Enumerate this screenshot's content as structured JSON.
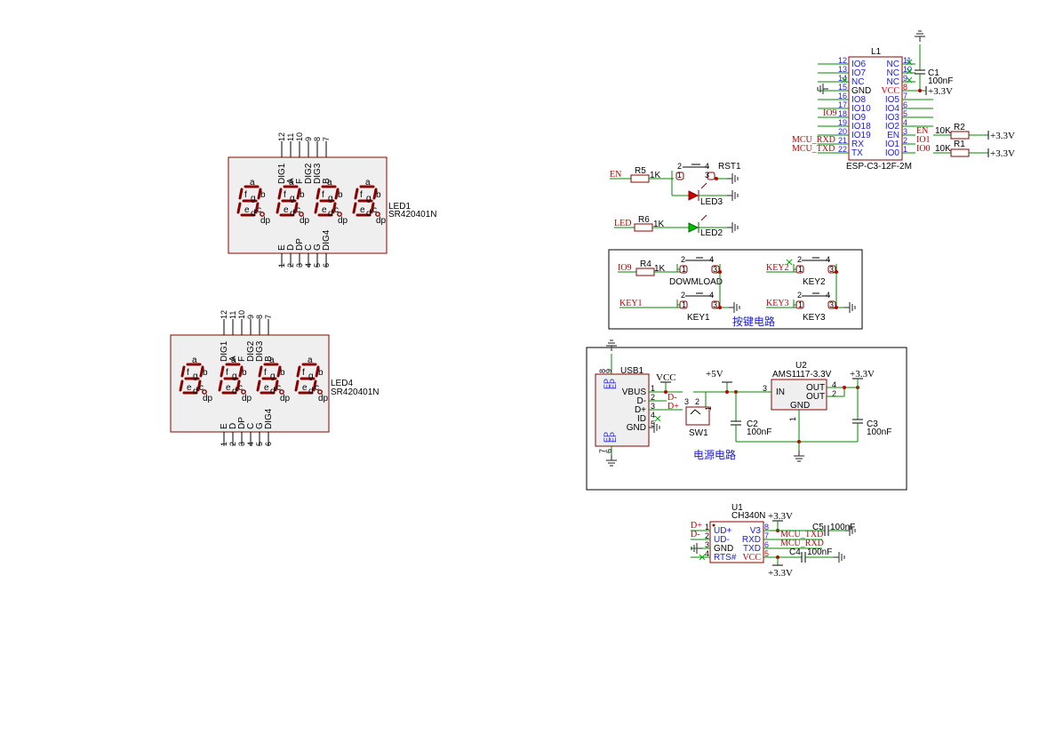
{
  "colors": {
    "wire": "#008800",
    "body_outline": "#8b0000",
    "body_fill": "#efefef",
    "net_label": "#c00000",
    "pin_name": "#1a1ae6",
    "junction": "#c00000"
  },
  "led1": {
    "designator": "LED1",
    "part": "SR420401N",
    "top_pins": [
      "12",
      "11",
      "10",
      "9",
      "8",
      "7"
    ],
    "top_labels": [
      "DIG1",
      "A",
      "F",
      "DIG2",
      "DIG3",
      "B"
    ],
    "bottom_pins": [
      "1",
      "2",
      "3",
      "4",
      "5",
      "6"
    ],
    "bottom_labels": [
      "E",
      "D",
      "DP",
      "C",
      "G",
      "DIG4"
    ]
  },
  "led4": {
    "designator": "LED4",
    "part": "SR420401N",
    "top_pins": [
      "12",
      "11",
      "10",
      "9",
      "8",
      "7"
    ],
    "top_labels": [
      "DIG1",
      "A",
      "F",
      "DIG2",
      "DIG3",
      "B"
    ],
    "bottom_pins": [
      "1",
      "2",
      "3",
      "4",
      "5",
      "6"
    ],
    "bottom_labels": [
      "E",
      "D",
      "DP",
      "C",
      "G",
      "DIG4"
    ]
  },
  "segment_letters": {
    "a": "a",
    "b": "b",
    "c": "c",
    "d": "d",
    "e": "e",
    "f": "f",
    "g": "g",
    "dp": "dp"
  },
  "esp": {
    "designator": "L1",
    "part": "ESP-C3-12F-2M",
    "left_pins": [
      {
        "num": "12",
        "name": "IO6"
      },
      {
        "num": "13",
        "name": "IO7"
      },
      {
        "num": "14",
        "name": "NC"
      },
      {
        "num": "15",
        "name": "GND"
      },
      {
        "num": "16",
        "name": "IO8"
      },
      {
        "num": "17",
        "name": "IO10"
      },
      {
        "num": "18",
        "name": "IO9"
      },
      {
        "num": "19",
        "name": "IO18"
      },
      {
        "num": "20",
        "name": "IO19"
      },
      {
        "num": "21",
        "name": "RX"
      },
      {
        "num": "22",
        "name": "TX"
      }
    ],
    "right_pins": [
      {
        "num": "11",
        "name": "NC"
      },
      {
        "num": "10",
        "name": "NC"
      },
      {
        "num": "9",
        "name": "NC"
      },
      {
        "num": "8",
        "name": "VCC"
      },
      {
        "num": "7",
        "name": "IO5"
      },
      {
        "num": "6",
        "name": "IO4"
      },
      {
        "num": "5",
        "name": "IO3"
      },
      {
        "num": "4",
        "name": "IO2"
      },
      {
        "num": "3",
        "name": "EN"
      },
      {
        "num": "2",
        "name": "IO1"
      },
      {
        "num": "1",
        "name": "IO0"
      }
    ],
    "net_io9": "IO9",
    "net_mcu_rxd": "MCU_RXD",
    "net_mcu_txd": "MCU_TXD",
    "net_en": "EN",
    "net_io1": "IO1",
    "net_io0": "IO0",
    "c1": "C1",
    "c1_value": "100nF",
    "r2": "R2",
    "r2_value": "10K",
    "r1": "R1",
    "r1_value": "10K",
    "supply": "+3.3V"
  },
  "reset": {
    "net_en": "EN",
    "r5": "R5",
    "r5_value": "1K",
    "sw": "RST1",
    "led": "LED3",
    "pin1": "1",
    "pin2": "2",
    "pin3": "3",
    "pin4": "4"
  },
  "led2": {
    "net": "LED",
    "r6": "R6",
    "r6_value": "1K",
    "led": "LED2"
  },
  "keys": {
    "title": "按键电路",
    "net_io9": "IO9",
    "r4": "R4",
    "r4_value": "1K",
    "sw_download": "DOWMLOAD",
    "net_key1": "KEY1",
    "sw_key1": "KEY1",
    "net_key2": "KEY2",
    "sw_key2": "KEY2",
    "net_key3": "KEY3",
    "sw_key3": "KEY3",
    "pin1": "1",
    "pin2": "2",
    "pin3": "3",
    "pin4": "4"
  },
  "power": {
    "title": "电源电路",
    "usb": "USB1",
    "usb_pins": [
      {
        "num": "1",
        "name": "VBUS"
      },
      {
        "num": "2",
        "name": "D-"
      },
      {
        "num": "3",
        "name": "D+"
      },
      {
        "num": "4",
        "name": "ID"
      },
      {
        "num": "5",
        "name": "GND"
      }
    ],
    "usb_ep": "EP",
    "usb_ep_pins": [
      "8",
      "9",
      "7",
      "6"
    ],
    "vcc": "VCC",
    "net_dm": "D-",
    "net_dp": "D+",
    "sw1": "SW1",
    "sw_pins": [
      "3",
      "2",
      "1"
    ],
    "plus5v": "+5V",
    "plus33v": "+3.3V",
    "u2": "U2",
    "u2_part": "AMS1117-3.3V",
    "u2_in": "IN",
    "u2_out1": "OUT",
    "u2_out2": "OUT",
    "u2_gnd": "GND",
    "u2_pin_in": "3",
    "u2_pin_out1": "4",
    "u2_pin_out2": "2",
    "u2_pin_gnd": "1",
    "c2": "C2",
    "c2_value": "100nF",
    "c3": "C3",
    "c3_value": "100nF"
  },
  "ch340": {
    "designator": "U1",
    "part": "CH340N",
    "left_pins": [
      {
        "num": "1",
        "name": "UD+"
      },
      {
        "num": "2",
        "name": "UD-"
      },
      {
        "num": "3",
        "name": "GND"
      },
      {
        "num": "4",
        "name": "RTS#"
      }
    ],
    "right_pins": [
      {
        "num": "8",
        "name": "V3"
      },
      {
        "num": "7",
        "name": "RXD"
      },
      {
        "num": "6",
        "name": "TXD"
      },
      {
        "num": "5",
        "name": "VCC"
      }
    ],
    "net_dp": "D+",
    "net_dm": "D-",
    "net_mcu_txd": "MCU_TXD",
    "net_mcu_rxd": "MCU_RXD",
    "c5": "C5",
    "c5_value": "100nF",
    "c4": "C4",
    "c4_value": "100nF",
    "supply_top": "+3.3V",
    "supply_bottom": "+3.3V"
  }
}
